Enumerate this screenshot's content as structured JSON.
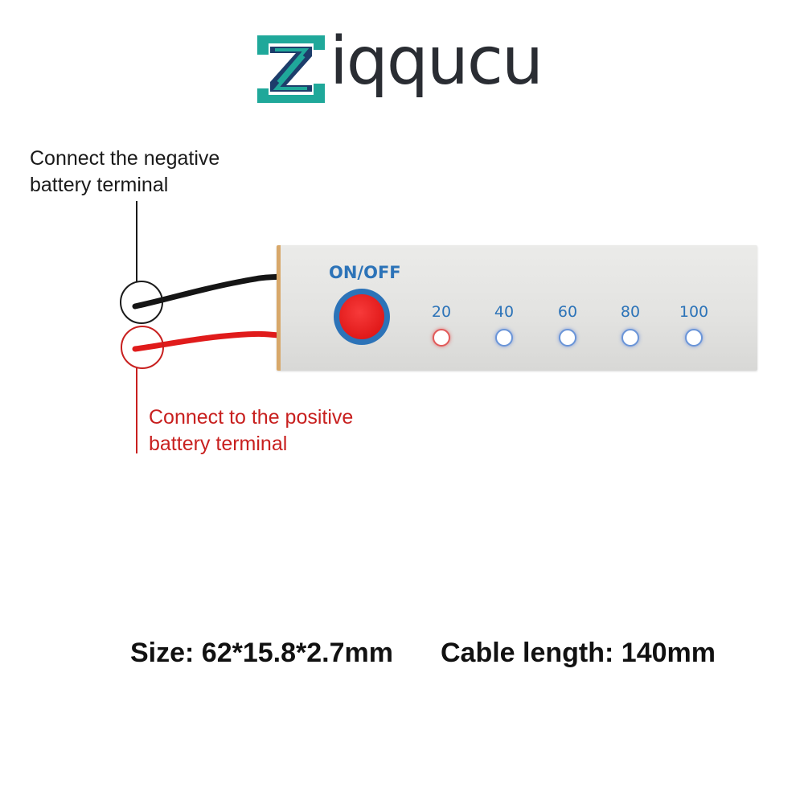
{
  "brand": {
    "name": "Ziqqucu",
    "text_suffix": "iqqucu",
    "colors": {
      "mark_teal": "#1fa89a",
      "mark_navy": "#1d3d6b",
      "text": "#2a2d33"
    }
  },
  "labels": {
    "negative": {
      "line1": "Connect the negative",
      "line2": "battery terminal",
      "color": "#1a1a1a"
    },
    "positive": {
      "line1": "Connect to the positive",
      "line2": "battery terminal",
      "color": "#c8201f"
    }
  },
  "board": {
    "button_label": "ON/OFF",
    "button_icon": "power-button",
    "levels": [
      {
        "label": "20",
        "led_color": "red"
      },
      {
        "label": "40",
        "led_color": "blue"
      },
      {
        "label": "60",
        "led_color": "blue"
      },
      {
        "label": "80",
        "led_color": "blue"
      },
      {
        "label": "100",
        "led_color": "blue"
      }
    ],
    "accent_color": "#2c73b8"
  },
  "specs": {
    "size": "Size: 62*15.8*2.7mm",
    "cable": "Cable length: 140mm"
  }
}
